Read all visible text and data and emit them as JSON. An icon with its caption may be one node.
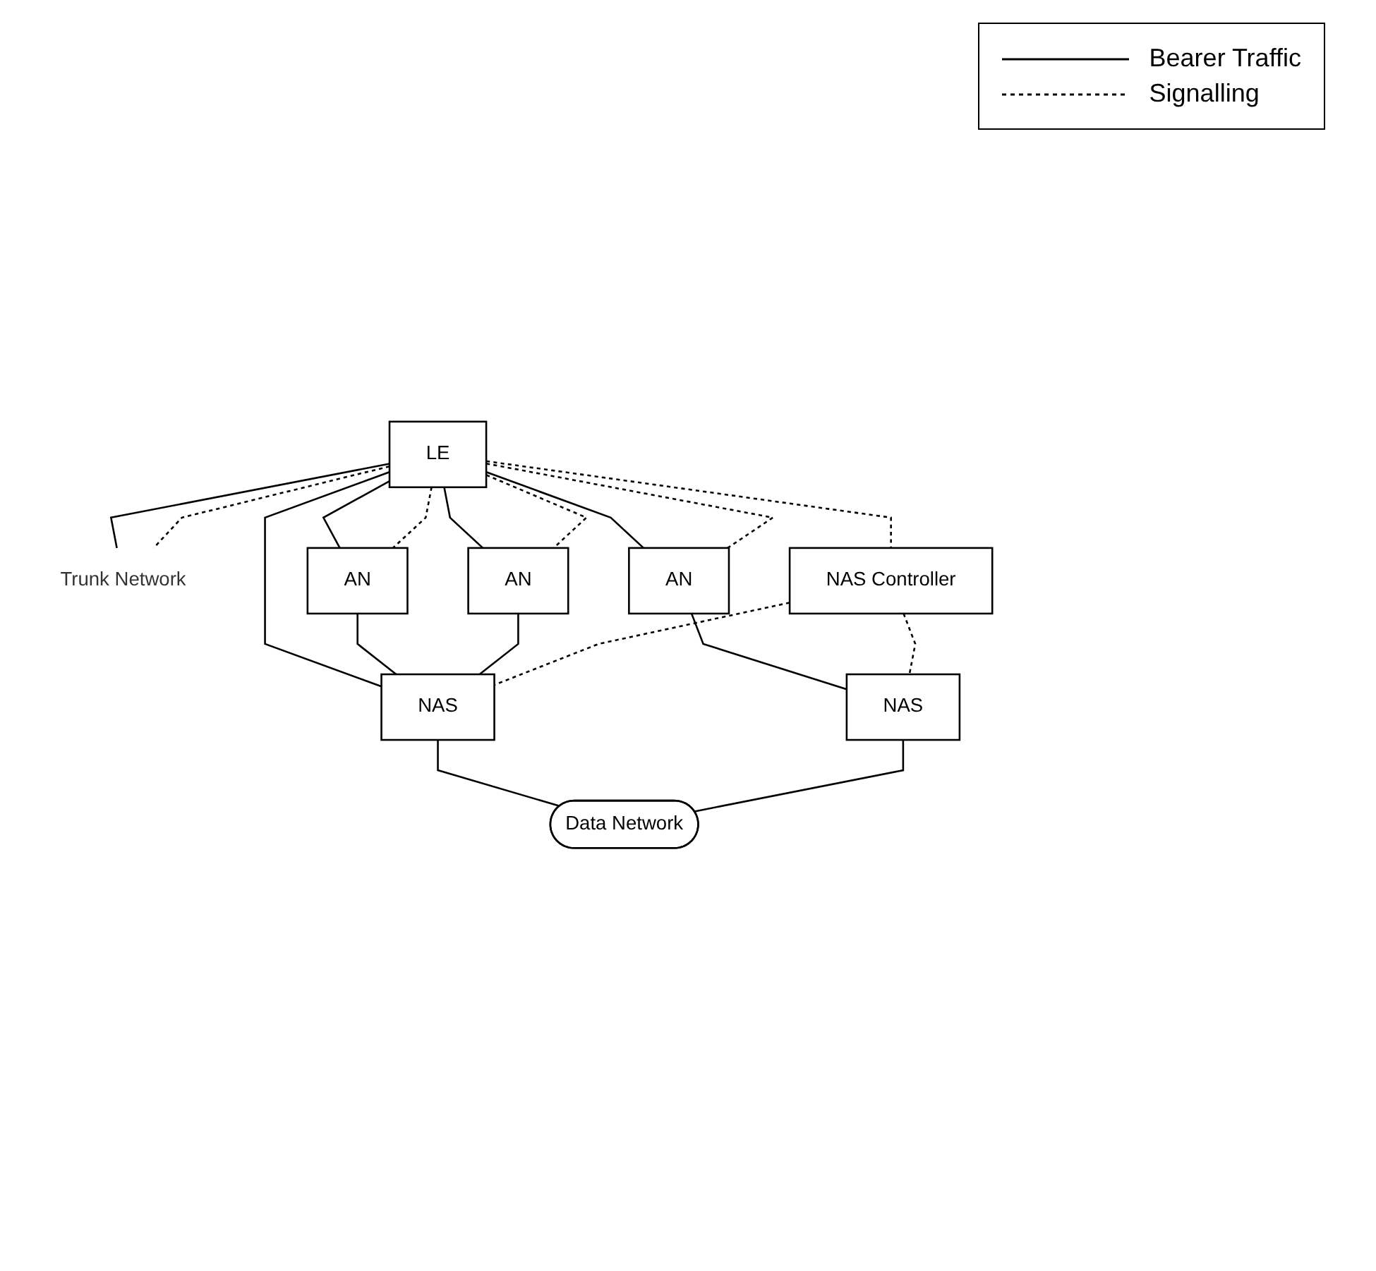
{
  "diagram": {
    "nodes": [
      {
        "text": [
          "Trunk Network"
        ]
      },
      {
        "text": [
          "LE"
        ]
      },
      {
        "text": [
          "AN"
        ]
      },
      {
        "text": [
          "AN"
        ]
      },
      {
        "text": [
          "AN"
        ]
      },
      {
        "text": [
          "NAS"
        ]
      },
      {
        "text": [
          "NAS Controller"
        ]
      },
      {
        "text": [
          "NAS"
        ]
      },
      {
        "text": [
          "Data Network"
        ]
      }
    ],
    "edges": [
      {
        "from": 1,
        "to": 0,
        "arrow": "none"
      },
      {
        "from": 1,
        "to": 0,
        "arrow": "none",
        "style": "dashed"
      },
      {
        "from": 1,
        "to": 2,
        "arrow": "none"
      },
      {
        "from": 1,
        "to": 2,
        "arrow": "none",
        "style": "dashed"
      },
      {
        "from": 1,
        "to": 3,
        "arrow": "none"
      },
      {
        "from": 1,
        "to": 3,
        "arrow": "none",
        "style": "dashed"
      },
      {
        "from": 1,
        "to": 4,
        "arrow": "none"
      },
      {
        "from": 1,
        "to": 4,
        "arrow": "none",
        "style": "dashed"
      },
      {
        "from": 1,
        "to": 7,
        "arrow": "none"
      },
      {
        "from": 1,
        "to": 6,
        "arrow": "none",
        "style": "dashed"
      },
      {
        "from": 2,
        "to": 5,
        "arrow": "none"
      },
      {
        "from": 3,
        "to": 7,
        "arrow": "none"
      },
      {
        "from": 4,
        "to": 7,
        "arrow": "none"
      },
      {
        "from": 6,
        "to": 7,
        "arrow": "none",
        "style": "dashed"
      },
      {
        "from": 6,
        "to": 5,
        "arrow": "none",
        "style": "dashed"
      },
      {
        "from": 7,
        "to": 8,
        "arrow": "none"
      },
      {
        "from": 5,
        "to": 8,
        "arrow": "none"
      }
    ],
    "legend": [
      {
        "text": "Bearer Traffic"
      },
      {
        "text": "Signalling"
      }
    ]
  }
}
